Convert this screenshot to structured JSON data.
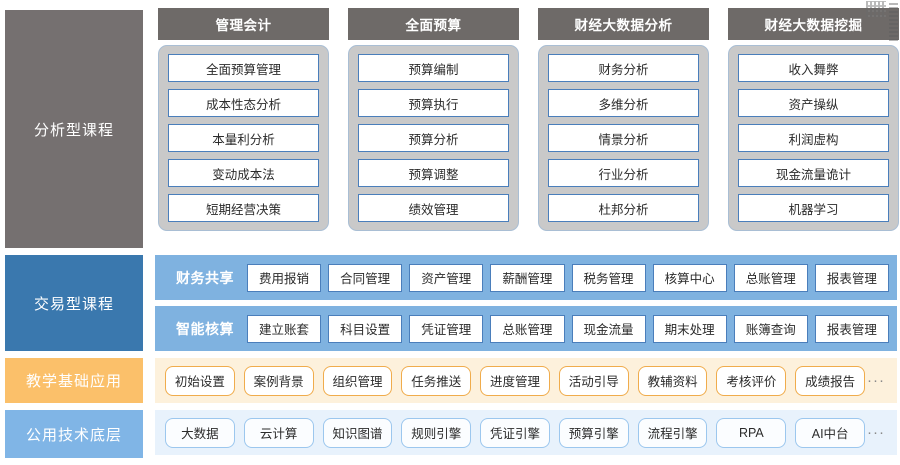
{
  "rows": {
    "analysis": {
      "label": "分析型课程",
      "columns": [
        {
          "title": "管理会计",
          "items": [
            "全面预算管理",
            "成本性态分析",
            "本量利分析",
            "变动成本法",
            "短期经营决策"
          ]
        },
        {
          "title": "全面预算",
          "items": [
            "预算编制",
            "预算执行",
            "预算分析",
            "预算调整",
            "绩效管理"
          ]
        },
        {
          "title": "财经大数据分析",
          "items": [
            "财务分析",
            "多维分析",
            "情景分析",
            "行业分析",
            "杜邦分析"
          ]
        },
        {
          "title": "财经大数据挖掘",
          "items": [
            "收入舞弊",
            "资产操纵",
            "利润虚构",
            "现金流量诡计",
            "机器学习"
          ]
        }
      ]
    },
    "transaction": {
      "label": "交易型课程",
      "bands": [
        {
          "title": "财务共享",
          "items": [
            "费用报销",
            "合同管理",
            "资产管理",
            "薪酬管理",
            "税务管理",
            "核算中心",
            "总账管理",
            "报表管理"
          ]
        },
        {
          "title": "智能核算",
          "items": [
            "建立账套",
            "科目设置",
            "凭证管理",
            "总账管理",
            "现金流量",
            "期末处理",
            "账簿查询",
            "报表管理"
          ]
        }
      ]
    },
    "teaching": {
      "label": "教学基础应用",
      "items": [
        "初始设置",
        "案例背景",
        "组织管理",
        "任务推送",
        "进度管理",
        "活动引导",
        "教辅资料",
        "考核评价",
        "成绩报告"
      ],
      "more": "···"
    },
    "technology": {
      "label": "公用技术底层",
      "items": [
        "大数据",
        "云计算",
        "知识图谱",
        "规则引擎",
        "凭证引擎",
        "预算引擎",
        "流程引擎",
        "RPA",
        "AI中台"
      ],
      "more": "···"
    }
  },
  "colors": {
    "analysis_label_bg": "#757070",
    "analysis_header_bg": "#6e6a68",
    "analysis_card_bg": "#c9c9c9",
    "cell_border": "#4a7ebb",
    "transaction_label_bg": "#3a78ae",
    "transaction_band_bg": "#7fb2e0",
    "teaching_label_bg": "#fbc06a",
    "teaching_strip_bg": "#fdf1dc",
    "teaching_pill_border": "#f0ac4c",
    "technology_label_bg": "#80b5e6",
    "technology_strip_bg": "#e8f2fc",
    "technology_pill_border": "#9cc7ee"
  }
}
